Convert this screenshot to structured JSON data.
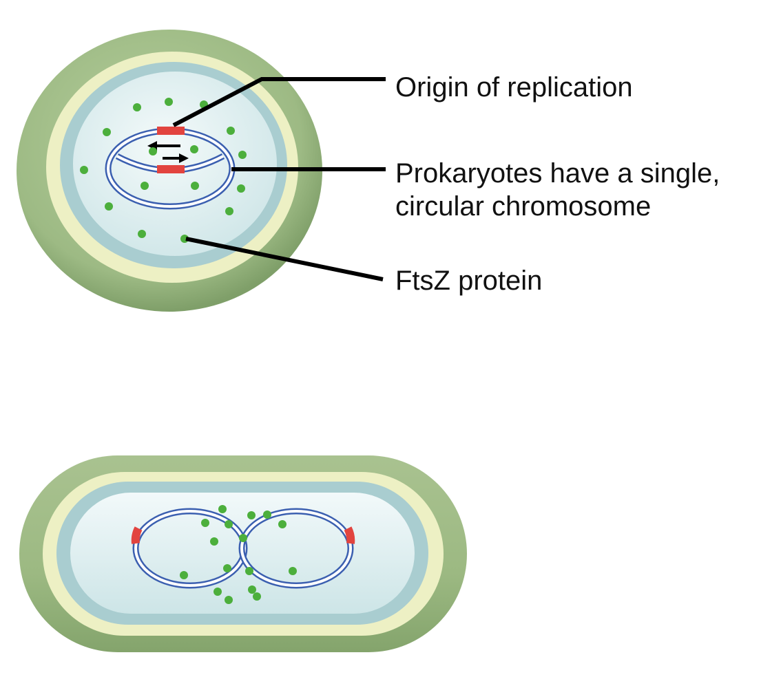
{
  "labels": {
    "origin": "Origin of replication",
    "chromosome_line1": "Prokaryotes have a single,",
    "chromosome_line2": "circular chromosome",
    "ftsz": "FtsZ protein"
  },
  "colors": {
    "outer_wall": "#9fbb86",
    "outer_wall_edge": "#7d9e67",
    "inner_band": "#edf0c4",
    "membrane": "#a9cdd0",
    "cytoplasm": "#e4f1f2",
    "chromosome": "#3b5fb0",
    "origin": "#e2443f",
    "ftsz": "#4caf3c",
    "leader": "#000000"
  },
  "icons": [
    "double-arrow-icon"
  ]
}
